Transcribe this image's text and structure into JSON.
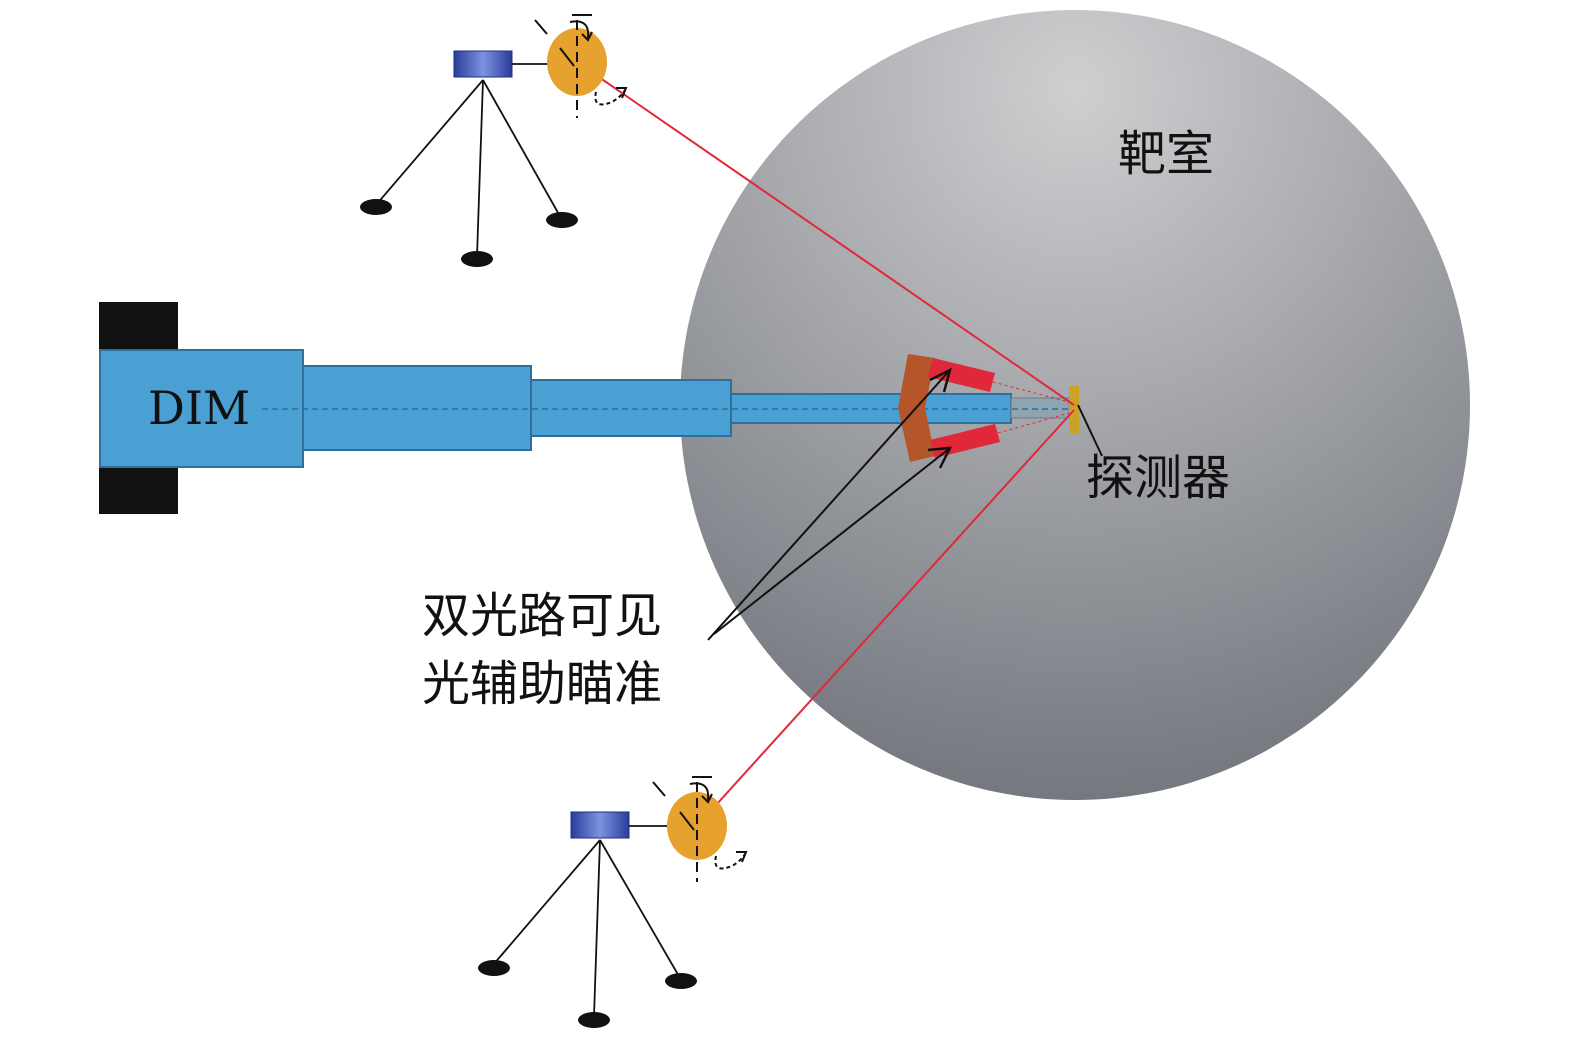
{
  "labels": {
    "chamber": "靶室",
    "detector": "探测器",
    "dim": "DIM",
    "aim_line1": "双光路可见",
    "aim_line2": "光辅助瞄准"
  },
  "colors": {
    "chamber_light": "#cfcfd1",
    "chamber_dark": "#6f737a",
    "dim_blue": "#4a9fd3",
    "dim_border": "#2f6f9c",
    "mount_black": "#111111",
    "laser_red": "#e0283a",
    "sight_orange": "#e6a12e",
    "holder_brown": "#b4552a",
    "camera_blue": "#3147a8",
    "detector_gold": "#c9a227"
  }
}
